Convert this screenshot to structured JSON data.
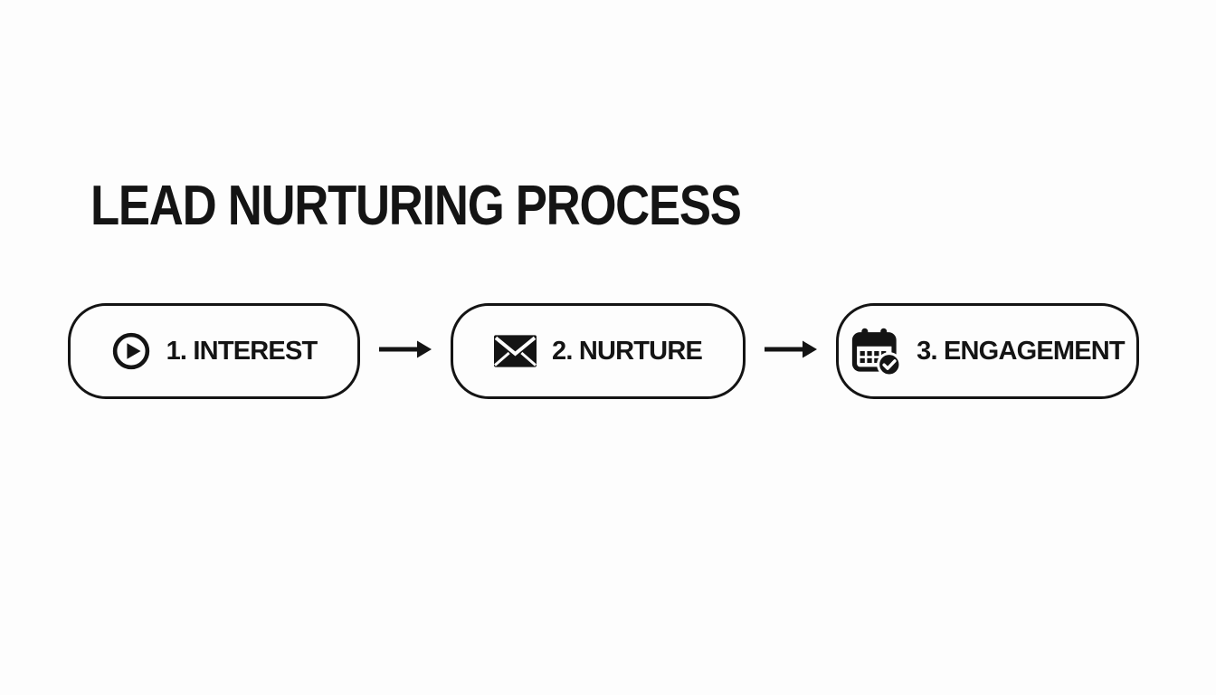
{
  "title": "LEAD NURTURING PROCESS",
  "diagram": {
    "type": "process-flow",
    "direction": "left-to-right",
    "steps": [
      {
        "order": 1,
        "label": "1. INTEREST",
        "icon": "play-circle-icon"
      },
      {
        "order": 2,
        "label": "2. NURTURE",
        "icon": "envelope-icon"
      },
      {
        "order": 3,
        "label": "3. ENGAGEMENT",
        "icon": "calendar-check-icon"
      }
    ],
    "connectors": [
      "arrow-right",
      "arrow-right"
    ]
  },
  "colors": {
    "ink": "#141414",
    "background": "#fdfdfd"
  }
}
